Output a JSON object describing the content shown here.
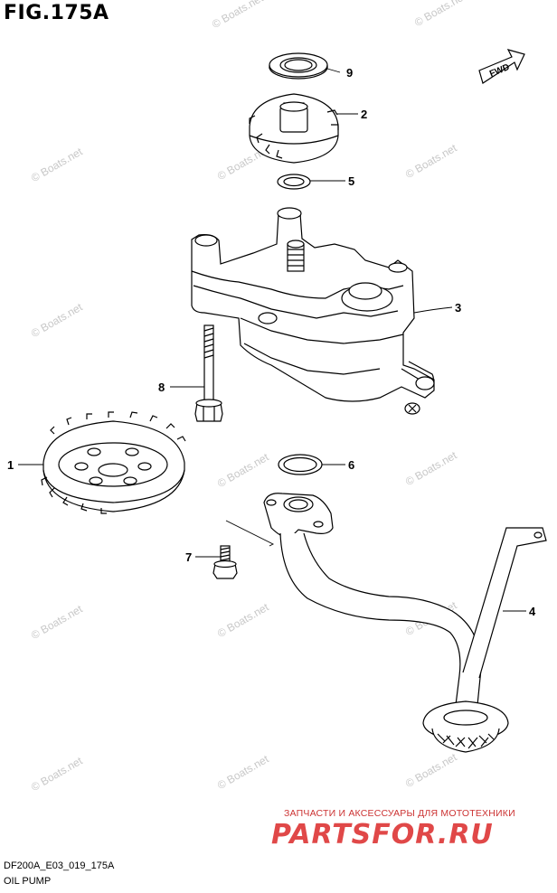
{
  "figure": {
    "title": "FIG.175A",
    "code": "DF200A_E03_019_175A",
    "name": "OIL PUMP",
    "fwd_label": "FWD"
  },
  "callouts": [
    {
      "id": "9",
      "label": "9"
    },
    {
      "id": "2",
      "label": "2"
    },
    {
      "id": "5",
      "label": "5"
    },
    {
      "id": "3",
      "label": "3"
    },
    {
      "id": "8",
      "label": "8"
    },
    {
      "id": "1",
      "label": "1"
    },
    {
      "id": "6",
      "label": "6"
    },
    {
      "id": "7",
      "label": "7"
    },
    {
      "id": "4",
      "label": "4"
    }
  ],
  "watermark": "© Boats.net",
  "promo": {
    "tagline": "ЗАПЧАСТИ И АКСЕССУАРЫ ДЛЯ МОТОТЕХНИКИ",
    "logo": "PARTSFOR.RU"
  },
  "colors": {
    "line": "#000000",
    "watermark": "#c8c8c8",
    "promo": "#e04848"
  }
}
